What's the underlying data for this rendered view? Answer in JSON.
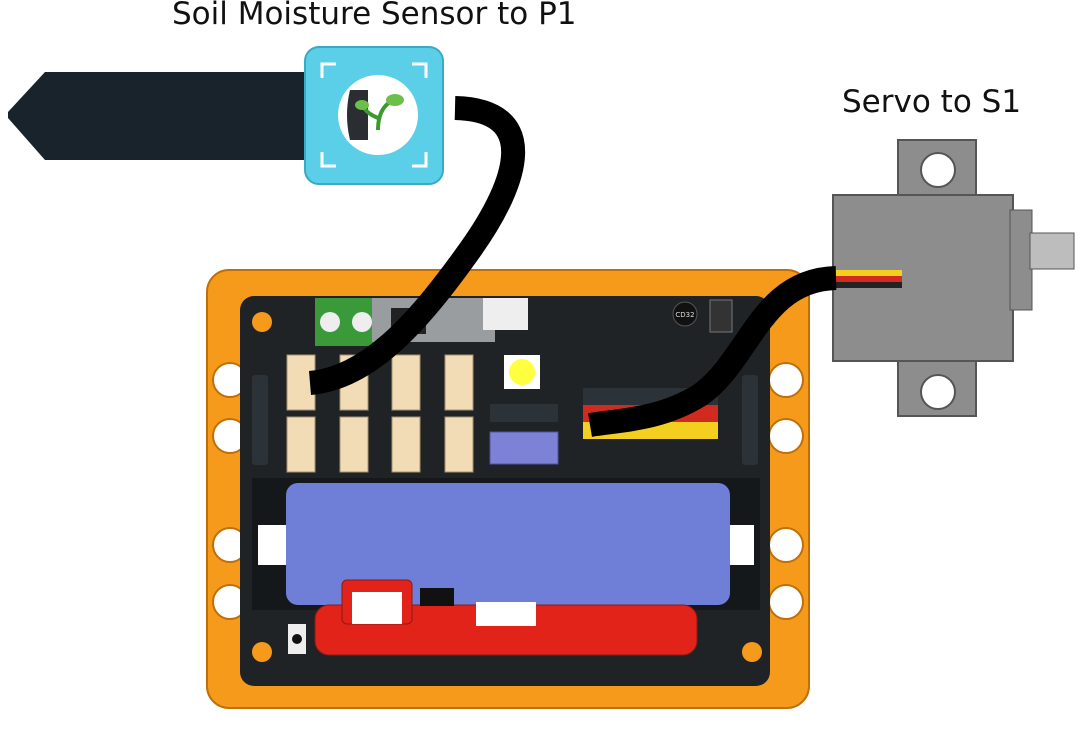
{
  "labels": {
    "sensor": "Soil Moisture Sensor to P1",
    "servo": "Servo to S1"
  },
  "board": {
    "inductor_marking": "CD32"
  },
  "colors": {
    "probe": "#18232b",
    "sensor_module": "#5bcfe8",
    "frame": "#f59a1b",
    "pcb": "#1f2326",
    "battery": "#6f7fd8",
    "microbit_holder": "#e2231a",
    "servo": "#8d8d8d",
    "cable": "#000000"
  }
}
